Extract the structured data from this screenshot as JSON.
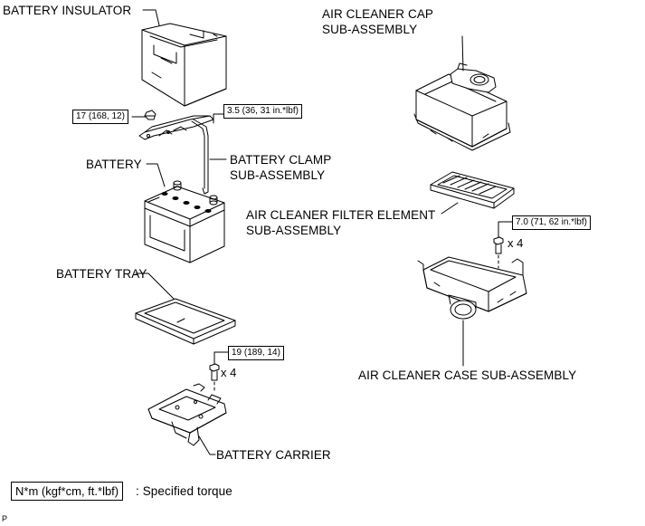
{
  "labels": {
    "battery_insulator": "BATTERY INSULATOR",
    "air_cleaner_cap_1": "AIR CLEANER CAP",
    "air_cleaner_cap_2": "SUB-ASSEMBLY",
    "battery_clamp_1": "BATTERY CLAMP",
    "battery_clamp_2": "SUB-ASSEMBLY",
    "battery": "BATTERY",
    "filter_element_1": "AIR CLEANER FILTER ELEMENT",
    "filter_element_2": "SUB-ASSEMBLY",
    "battery_tray": "BATTERY TRAY",
    "air_cleaner_case": "AIR CLEANER CASE SUB-ASSEMBLY",
    "battery_carrier": "BATTERY CARRIER"
  },
  "torques": {
    "battery_clamp_nut": "17 (168, 12)",
    "battery_clamp_rod": "3.5 (36, 31 in.*lbf)",
    "case_bolt": "7.0 (71, 62 in.*lbf)",
    "carrier_bolt": "19 (189, 14)"
  },
  "quantities": {
    "case_bolts": "x 4",
    "carrier_bolts": "x 4"
  },
  "legend": {
    "unit_box": "N*m (kgf*cm, ft.*lbf)",
    "description": ": Specified torque"
  },
  "corner_mark": "P"
}
